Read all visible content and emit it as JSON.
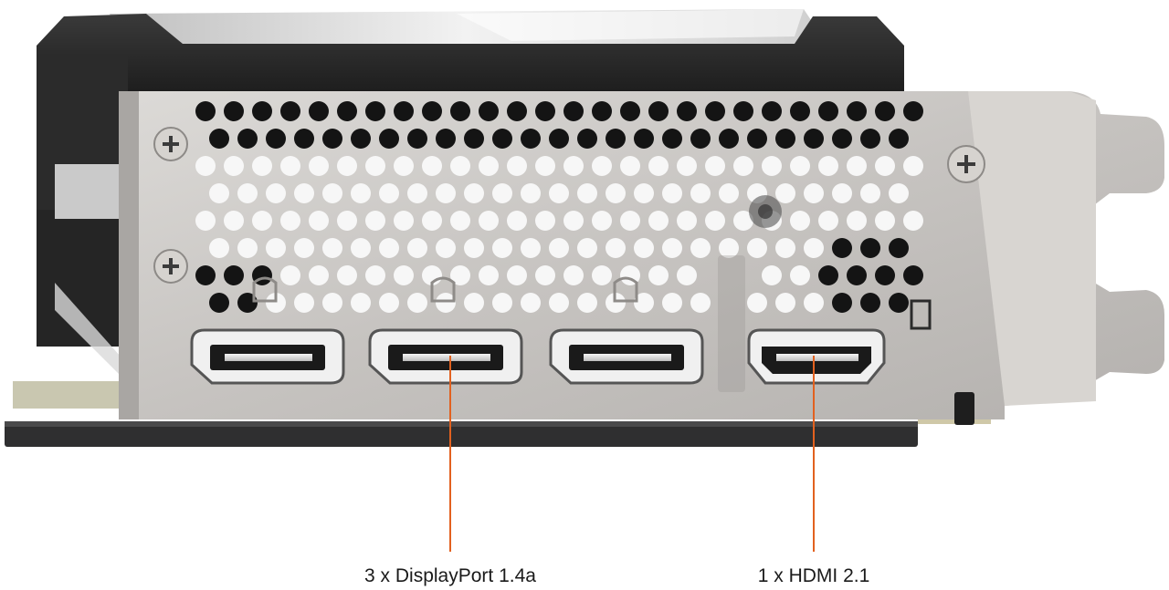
{
  "product": {
    "ports": [
      {
        "count_label": "3 x DisplayPort 1.4a",
        "type": "displayport",
        "quantity": 3
      },
      {
        "count_label": "1 x HDMI 2.1",
        "type": "hdmi",
        "quantity": 1
      }
    ]
  },
  "colors": {
    "callout_line": "#e2611f",
    "bracket_metal": "#c9c6c3",
    "shroud_dark": "#2a2a2a",
    "label_text": "#1a1a1a"
  }
}
